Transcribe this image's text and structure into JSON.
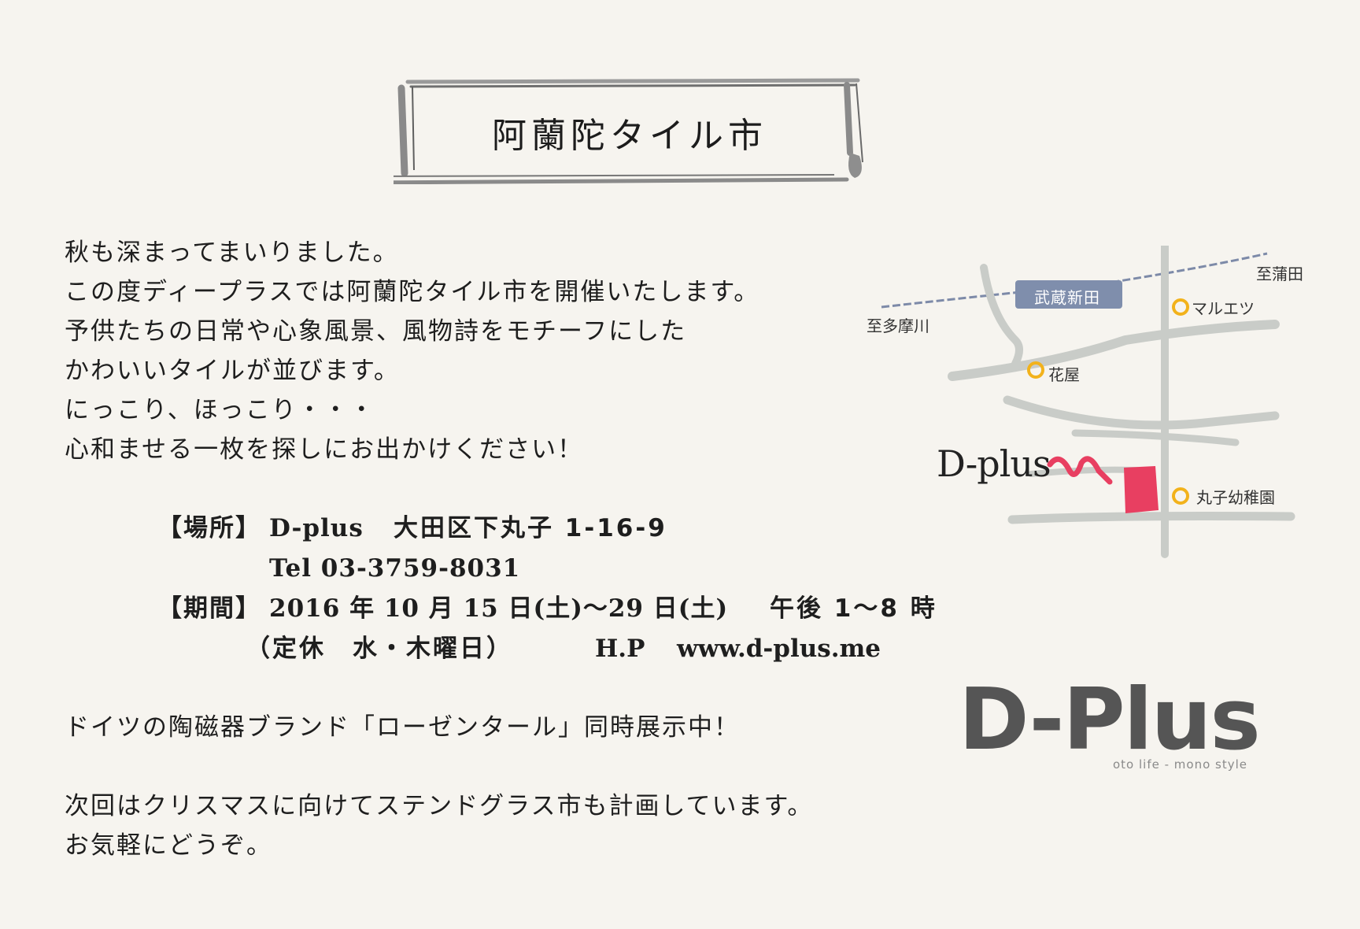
{
  "title": "阿蘭陀タイル市",
  "intro": [
    "秋も深まってまいりました。",
    "この度ディープラスでは阿蘭陀タイル市を開催いたします。",
    "予供たちの日常や心象風景、風物詩をモチーフにした",
    "かわいいタイルが並びます。",
    "にっこり、ほっこり・・・",
    "心和ませる一枚を探しにお出かけください！"
  ],
  "details": {
    "place_label": "【場所】",
    "place_name": "D-plus",
    "place_address": "大田区下丸子 1-16-9",
    "tel": "Tel 03-3759-8031",
    "period_label": "【期間】",
    "period_dates": "2016 年 10 月 15 日(土)〜29 日(土)",
    "period_hours": "午後 1〜8 時",
    "holiday": "（定休　水・木曜日）",
    "hp_label": "H.P",
    "hp_url": "www.d-plus.me"
  },
  "notes": {
    "rosenthal": "ドイツの陶磁器ブランド「ローゼンタール」同時展示中！",
    "next_1": "次回はクリスマスに向けてステンドグラス市も計画しています。",
    "next_2": "お気軽にどうぞ。"
  },
  "map": {
    "station": "武蔵新田",
    "to_left": "至多摩川",
    "to_right": "至蒲田",
    "marker_1": "マルエツ",
    "marker_2": "花屋",
    "marker_3": "丸子幼稚園",
    "shop": "D-plus",
    "colors": {
      "road": "#c9ccc8",
      "rail": "#7d8aa8",
      "station_box": "#7f8eac",
      "marker": "#f2b21b",
      "shop_block": "#e83f61"
    }
  },
  "logo": {
    "text": "D-Plus",
    "tagline": "oto life - mono style"
  }
}
